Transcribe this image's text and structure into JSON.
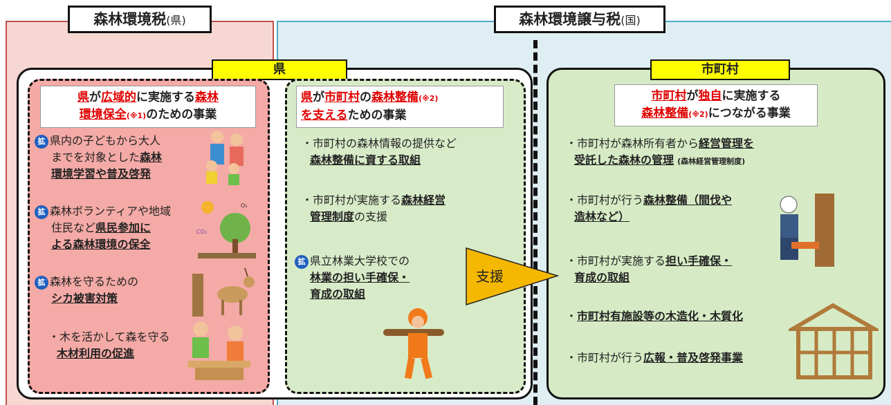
{
  "prefecture_tax": {
    "title": "森林環境税",
    "suffix": "(県)"
  },
  "national_tax": {
    "title": "森林環境譲与税",
    "suffix": "(国)"
  },
  "prefecture_ribbon": "県",
  "city_ribbon": "市町村",
  "support_label": "支援",
  "box1": {
    "header": {
      "p1": "県",
      "p2": "が",
      "p3": "広域的",
      "p4": "に実施する",
      "p5": "森林",
      "p6": "環境保全",
      "note": "(※1)",
      "p7": "のための事業"
    },
    "badge": "拡",
    "items": [
      {
        "l1": "県内の子どもから大人",
        "l2": "までを対象とした",
        "b1": "森林",
        "b2": "環境学習や普及啓発"
      },
      {
        "l1": "森林ボランティアや地域",
        "l2": "住民など",
        "b1": "県民参加に",
        "b2": "よる森林環境の保全"
      },
      {
        "l1": "森林を守るための",
        "b1": "シカ被害対策"
      },
      {
        "l1": "・木を活かして森を守る",
        "b1": "木材利用の促進"
      }
    ]
  },
  "box2": {
    "header": {
      "p1": "県",
      "p2": "が",
      "p3": "市町村",
      "p4": "の",
      "p5": "森林整備",
      "note": "(※2)",
      "p6": "を支える",
      "p7": "ための事業"
    },
    "items": [
      {
        "l1": "・市町村の森林情報の提供など",
        "b1": "森林整備に資する取組"
      },
      {
        "l1": "・市町村が実施する",
        "b1": "森林経営",
        "b2": "管理制度",
        "l2": "の支援"
      },
      {
        "badge": "拡",
        "l1": "県立林業大学校での",
        "b1": "林業の担い手確保・",
        "b2": "育成の取組"
      }
    ]
  },
  "box3": {
    "header": {
      "p1": "市町村",
      "p2": "が",
      "p3": "独自",
      "p4": "に実施する",
      "p5": "森林整備",
      "note": "(※2)",
      "p6": "につながる事業"
    },
    "items": [
      {
        "l1": "・市町村が森林所有者から",
        "b1": "経営管理を",
        "b2": "受託した森林の管理",
        "small": "(森林経営管理制度)"
      },
      {
        "l1": "・市町村が行う",
        "b1": "森林整備（間伐や",
        "b2": "造林など）"
      },
      {
        "l1": "・市町村が実施する",
        "b1": "担い手確保・",
        "b2": "育成の取組"
      },
      {
        "l1": "・",
        "b1": "市町村有施設等の木造化・木質化"
      },
      {
        "l1": "・市町村が行う",
        "b1": "広報・普及啓発事業"
      }
    ]
  },
  "colors": {
    "prefecture_bg": "#f6d7d2",
    "national_bg": "#dfeef2",
    "accent_red": "#e00000",
    "ribbon": "#ffff00",
    "arrow": "#f5b800"
  }
}
